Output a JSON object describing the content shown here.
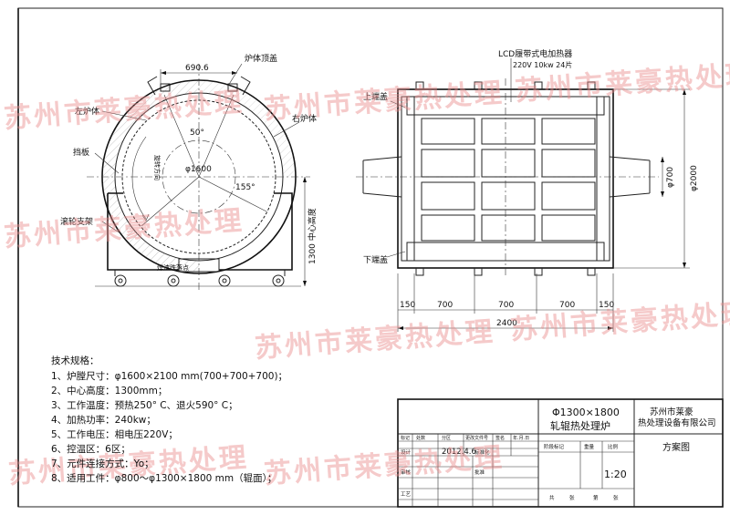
{
  "left_view": {
    "dim_top": "690.6",
    "angle_top": "50°",
    "angle_side": "155°",
    "diameter": "φ1600",
    "center_height": "1300 中心高度",
    "rotation_note": "旋转方向",
    "slag_note": "焊渣跌落点",
    "labels": {
      "top_cover": "炉体顶盖",
      "left_body": "左炉体",
      "right_body": "右炉体",
      "baffle": "挡板",
      "roller_frame": "滚轮支架"
    }
  },
  "right_view": {
    "heater_title": "LCD履带式电加热器",
    "heater_spec": "220V  10kw  24片",
    "upper_cover": "上端盖",
    "lower_cover": "下端盖",
    "dim_700_dia": "φ700",
    "dim_2000_dia": "φ2000",
    "dims_bottom": [
      "150",
      "700",
      "700",
      "700",
      "150"
    ],
    "dim_total": "2400"
  },
  "specs": {
    "heading": "技术规格：",
    "items": [
      "1、炉膛尺寸：φ1600×2100 mm(700+700+700)；",
      "2、中心高度：1300mm；",
      "3、工作温度：预热250° C、退火590° C；",
      "4、加热功率：240kw；",
      "5、工作电压：相电压220V；",
      "6、控温区：6区；",
      "7、元件连接方式：Yo；",
      "8、适用工件：φ800～φ1300×1800 mm（辊面）；"
    ]
  },
  "title_block": {
    "product_line1": "Φ1300×1800",
    "product_line2": "轧辊热处理炉",
    "company_line1": "苏州市莱豪",
    "company_line2": "热处理设备有限公司",
    "drawing_type": "方案图",
    "date": "2012.4.6",
    "scale": "1:20",
    "col_labels": [
      "标记",
      "处数",
      "分区",
      "更改文件号",
      "签名",
      "年.月.日"
    ],
    "row_labels": [
      "设计",
      "审核",
      "工艺"
    ],
    "row_mid": [
      "标准化",
      "批准"
    ],
    "mid_labels": [
      "阶段标记",
      "重量",
      "比例"
    ],
    "bottom_labels": [
      "共",
      "张",
      "第",
      "张"
    ]
  },
  "watermark": "苏州市莱豪热处理"
}
